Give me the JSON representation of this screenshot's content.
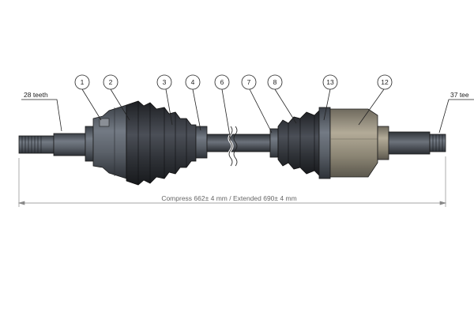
{
  "callouts": [
    "1",
    "2",
    "3",
    "4",
    "6",
    "7",
    "8",
    "13",
    "12"
  ],
  "labels": {
    "left_teeth": "28 teeth",
    "right_teeth": "37 tee",
    "dimension": "Compress 662± 4 mm / Extended 690± 4 mm"
  },
  "colors": {
    "metal_dark": "#4a4f56",
    "boot": "#2a2c31",
    "metal_light": "#a39a86",
    "outline": "#1c1c1c"
  }
}
